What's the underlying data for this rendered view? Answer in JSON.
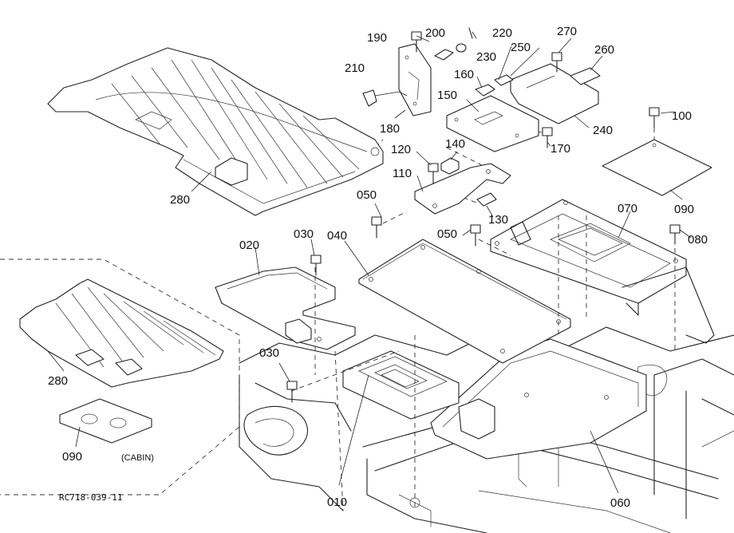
{
  "labels": {
    "p010": "010",
    "p020": "020",
    "p030a": "030",
    "p030b": "030",
    "p040": "040",
    "p050a": "050",
    "p050b": "050",
    "p060": "060",
    "p070": "070",
    "p080": "080",
    "p090a": "090",
    "p090b": "090",
    "p100": "100",
    "p110": "110",
    "p120": "120",
    "p130": "130",
    "p140": "140",
    "p150": "150",
    "p160": "160",
    "p170": "170",
    "p180": "180",
    "p190": "190",
    "p200": "200",
    "p210": "210",
    "p220": "220",
    "p230": "230",
    "p240": "240",
    "p250": "250",
    "p260": "260",
    "p270": "270",
    "p280a": "280",
    "p280b": "280"
  },
  "cabin_note": "(CABIN)",
  "drawing_code": "RC718-039-11"
}
